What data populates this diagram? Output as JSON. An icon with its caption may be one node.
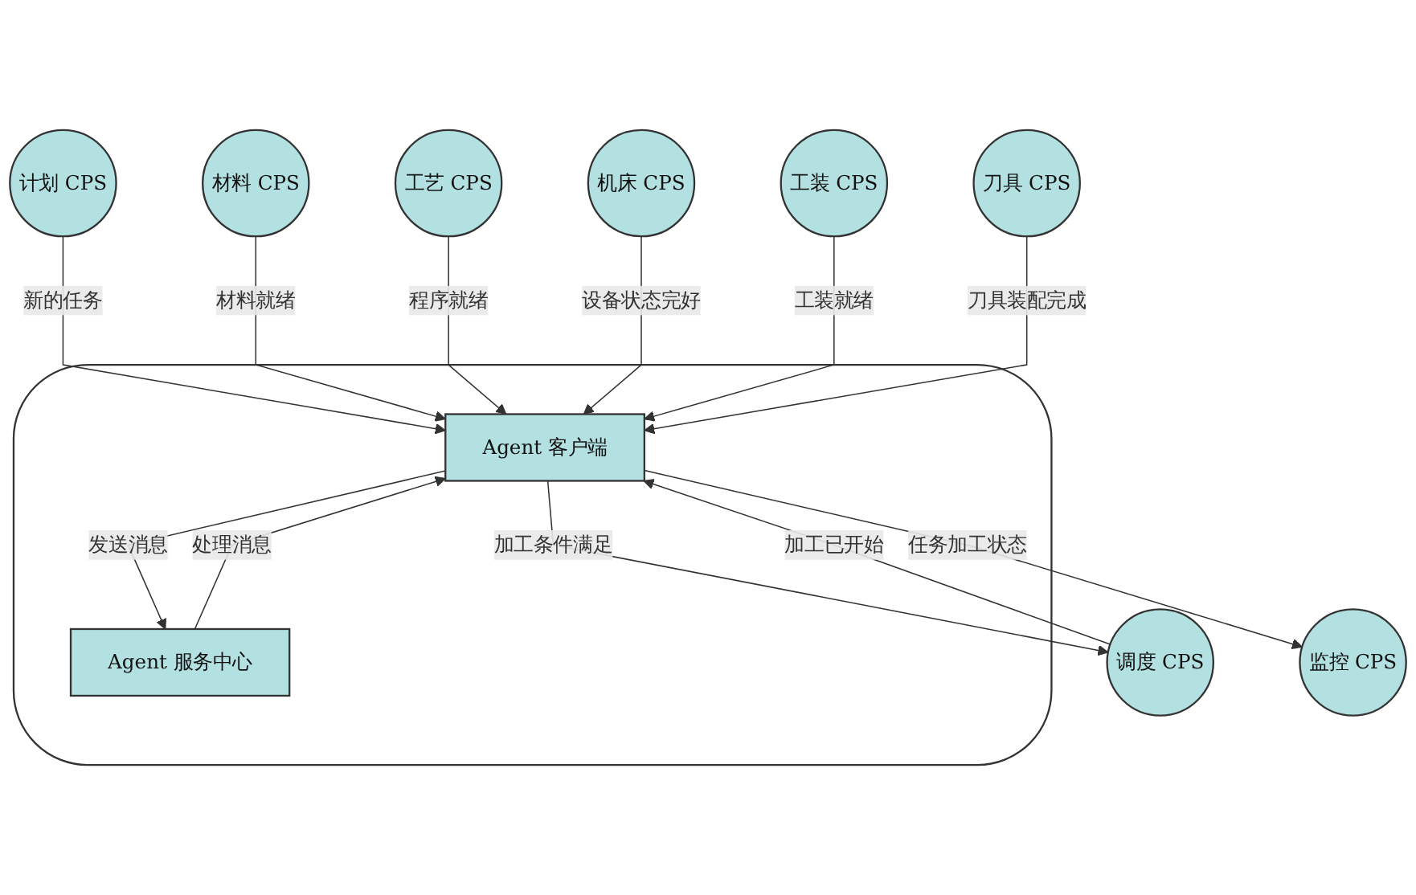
{
  "diagram": {
    "nodes": [
      {
        "text": [
          "计划 CPS"
        ]
      },
      {
        "text": [
          "材料 CPS"
        ]
      },
      {
        "text": [
          "工艺 CPS"
        ]
      },
      {
        "text": [
          "机床 CPS"
        ]
      },
      {
        "text": [],
        "shape": "cylinder"
      },
      {
        "text": [
          "Agent 客户端"
        ],
        "in": 4
      },
      {
        "text": [
          "Agent 服务中心"
        ],
        "in": 4
      },
      {
        "text": [
          "工装 CPS"
        ]
      },
      {
        "text": [
          "刀具 CPS"
        ]
      },
      {
        "text": [
          "调度 CPS"
        ]
      },
      {
        "text": [
          "监控 CPS"
        ]
      }
    ],
    "edges": [
      {
        "from": 0,
        "to": 5,
        "arrow": "to",
        "label": "新的任务"
      },
      {
        "from": 1,
        "to": 5,
        "arrow": "to",
        "label": "材料就绪"
      },
      {
        "from": 2,
        "to": 5,
        "arrow": "to",
        "label": "程序就绪"
      },
      {
        "from": 3,
        "to": 5,
        "arrow": "to",
        "label": "设备状态完好"
      },
      {
        "from": 5,
        "to": 6,
        "arrow": "to",
        "label": "发送消息"
      },
      {
        "from": 6,
        "to": 5,
        "arrow": "to",
        "label": "处理消息"
      },
      {
        "from": 7,
        "to": 5,
        "arrow": "to",
        "label": "工装就绪"
      },
      {
        "from": 8,
        "to": 5,
        "arrow": "to",
        "label": "刀具装配完成"
      },
      {
        "from": 5,
        "to": 9,
        "arrow": "to",
        "label": "加工条件满足"
      },
      {
        "from": 9,
        "to": 5,
        "arrow": "to",
        "label": "加工已开始"
      },
      {
        "from": 5,
        "to": 10,
        "arrow": "to",
        "label": "任务加工状态"
      }
    ]
  }
}
